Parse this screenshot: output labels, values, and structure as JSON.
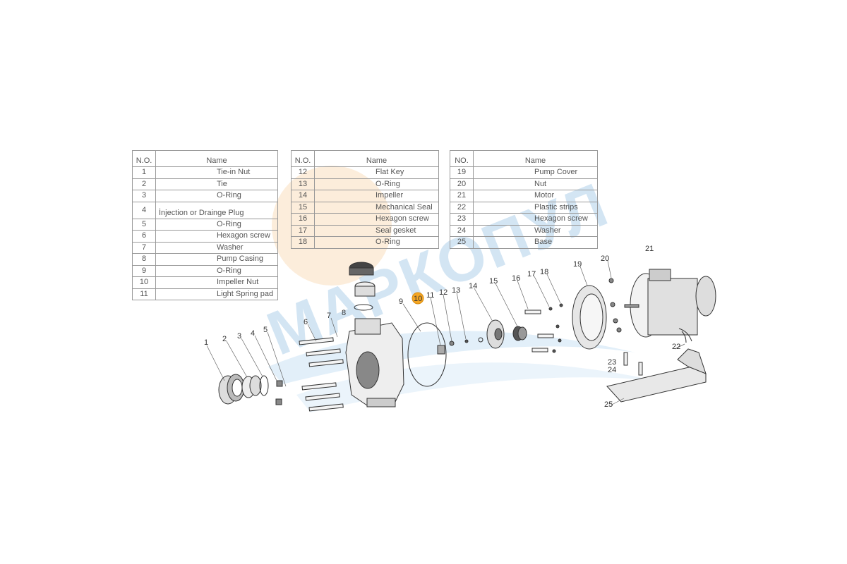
{
  "watermark": "МАРКОПУЛ",
  "colors": {
    "highlight": "#f5a623",
    "watermark_blue": "#9fc6e6",
    "watermark_orange": "#fbe3c4"
  },
  "tables": [
    {
      "header": {
        "no": "N.O.",
        "name": "Name"
      },
      "rows": [
        {
          "no": "1",
          "name": "Tie-in Nut"
        },
        {
          "no": "2",
          "name": "Tie"
        },
        {
          "no": "3",
          "name": "O-Ring"
        },
        {
          "no": "4",
          "name": "İnjection or Drainge Plug"
        },
        {
          "no": "5",
          "name": "O-Ring"
        },
        {
          "no": "6",
          "name": "Hexagon screw"
        },
        {
          "no": "7",
          "name": "Washer"
        },
        {
          "no": "8",
          "name": "Pump Casing"
        },
        {
          "no": "9",
          "name": "O-Ring"
        },
        {
          "no": "10",
          "name": "Impeller Nut"
        },
        {
          "no": "11",
          "name": "Light Spring pad"
        }
      ]
    },
    {
      "header": {
        "no": "N.O.",
        "name": "Name"
      },
      "rows": [
        {
          "no": "12",
          "name": "Flat Key"
        },
        {
          "no": "13",
          "name": "O-Ring"
        },
        {
          "no": "14",
          "name": "Impeller"
        },
        {
          "no": "15",
          "name": "Mechanical Seal"
        },
        {
          "no": "16",
          "name": "Hexagon screw"
        },
        {
          "no": "17",
          "name": "Seal gesket"
        },
        {
          "no": "18",
          "name": "O-Ring"
        }
      ]
    },
    {
      "header": {
        "no": "NO.",
        "name": "Name"
      },
      "rows": [
        {
          "no": "19",
          "name": "Pump Cover"
        },
        {
          "no": "20",
          "name": "Nut"
        },
        {
          "no": "21",
          "name": "Motor"
        },
        {
          "no": "22",
          "name": "Plastic strips"
        },
        {
          "no": "23",
          "name": "Hexagon screw"
        },
        {
          "no": "24",
          "name": "Washer"
        },
        {
          "no": "25",
          "name": "Base"
        }
      ]
    }
  ],
  "callouts": [
    "1",
    "2",
    "3",
    "4",
    "5",
    "6",
    "7",
    "8",
    "9",
    "10",
    "11",
    "12",
    "13",
    "14",
    "15",
    "16",
    "17",
    "18",
    "19",
    "20",
    "21",
    "22",
    "23",
    "24",
    "25"
  ],
  "highlighted_callout": "10"
}
